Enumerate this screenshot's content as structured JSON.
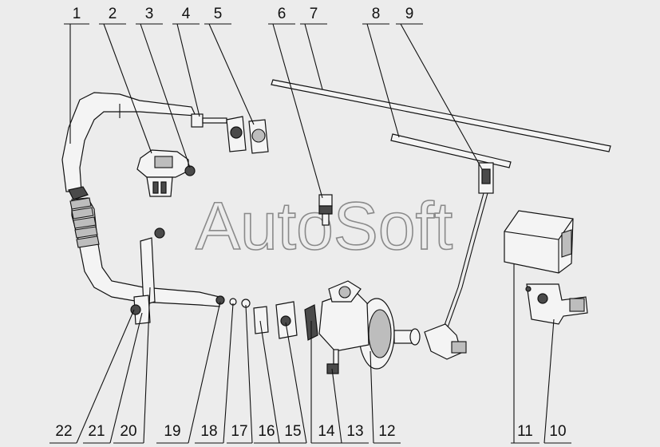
{
  "watermark": "AutoSoft",
  "top_callouts": [
    "1",
    "2",
    "3",
    "4",
    "5",
    "6",
    "7",
    "8",
    "9"
  ],
  "bottom_callouts": [
    "22",
    "21",
    "20",
    "19",
    "18",
    "17",
    "16",
    "15",
    "14",
    "13",
    "12",
    "11",
    "10"
  ],
  "line_color": "#111111",
  "background": "#ececec"
}
